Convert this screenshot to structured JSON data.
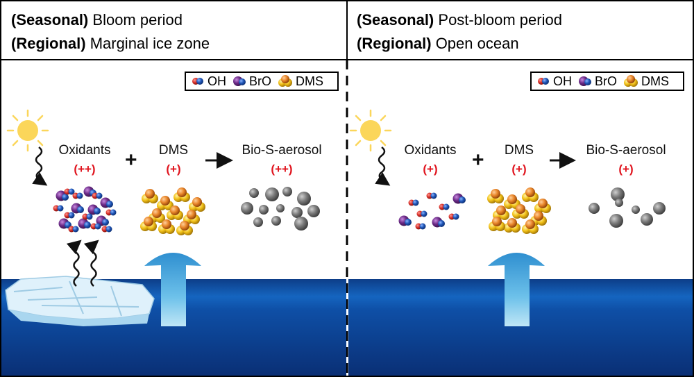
{
  "panels": [
    {
      "seasonal_tag": "(Seasonal)",
      "seasonal_value": "Bloom period",
      "regional_tag": "(Regional)",
      "regional_value": "Marginal ice zone",
      "oxidants_label": "Oxidants",
      "oxidants_level": "(++)",
      "dms_label": "DMS",
      "dms_level": "(+)",
      "aerosol_label": "Bio-S-aerosol",
      "aerosol_level": "(++)",
      "plus_sign": "+",
      "has_sea_ice": true
    },
    {
      "seasonal_tag": "(Seasonal)",
      "seasonal_value": "Post-bloom period",
      "regional_tag": "(Regional)",
      "regional_value": "Open ocean",
      "oxidants_label": "Oxidants",
      "oxidants_level": "(+)",
      "dms_label": "DMS",
      "dms_level": "(+)",
      "aerosol_label": "Bio-S-aerosol",
      "aerosol_level": "(+)",
      "plus_sign": "+",
      "has_sea_ice": false
    }
  ],
  "legend": {
    "oh_label": "OH",
    "bro_label": "BrO",
    "dms_label": "DMS"
  },
  "colors": {
    "level_red": "#e0141e",
    "ocean_dark": "#0a3f8c",
    "ocean_mid": "#1261b8",
    "upwelling_arrow": "#4aa3d6",
    "sun": "#fbd65a",
    "oh_red": "#d9302a",
    "blue_atom": "#1f56b8",
    "bro_purple": "#6b2a86",
    "dms_yellow": "#f2c118",
    "dms_orange": "#e9862a",
    "aerosol_gray": "#6e6e6e"
  }
}
